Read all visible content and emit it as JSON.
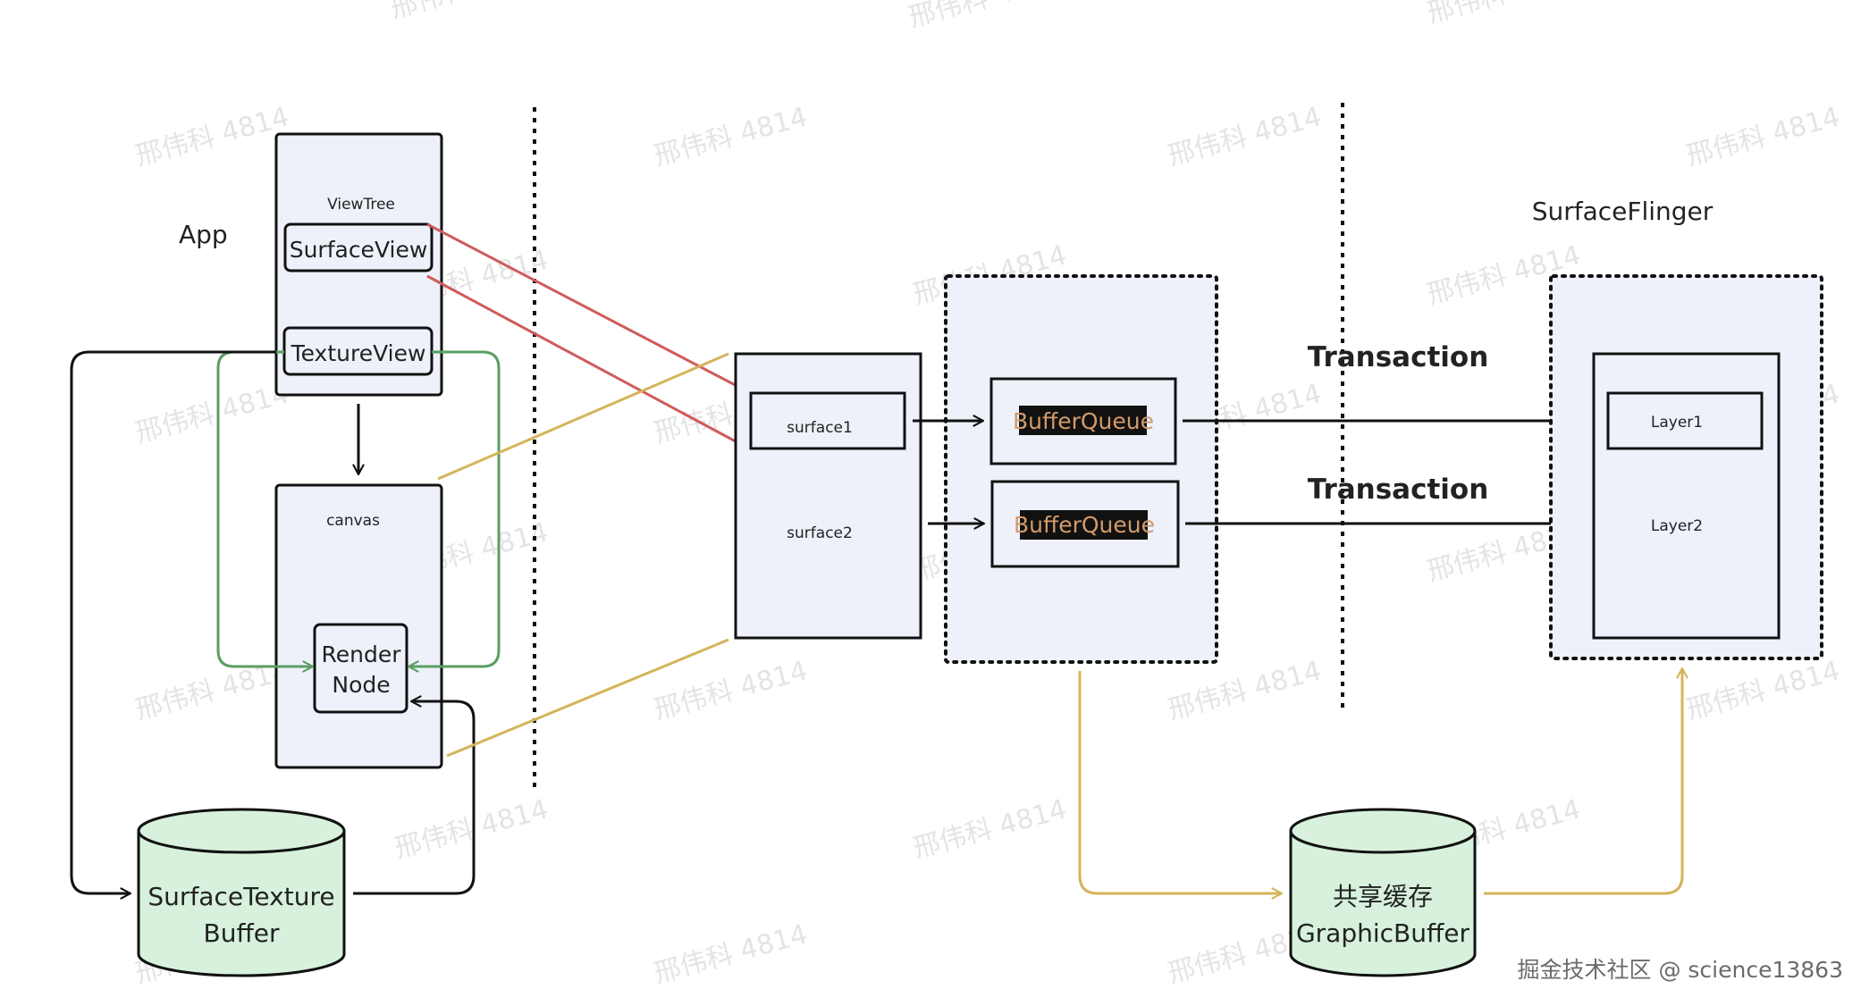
{
  "labels": {
    "app": "App",
    "view_tree": "ViewTree",
    "surface_view": "SurfaceView",
    "texture_view": "TextureView",
    "canvas": "canvas",
    "render_node_line1": "Render",
    "render_node_line2": "Node",
    "surface_texture_line1": "SurfaceTexture",
    "surface_texture_line2": "Buffer",
    "surface1": "surface1",
    "surface2": "surface2",
    "buffer_queue_1": "BufferQueue",
    "buffer_queue_2": "BufferQueue",
    "transaction_1": "Transaction",
    "transaction_2": "Transaction",
    "surface_flinger": "SurfaceFlinger",
    "layer1": "Layer1",
    "layer2": "Layer2",
    "shared_buffer_line1": "共享缓存",
    "shared_buffer_line2": "GraphicBuffer"
  },
  "watermark": "邢伟科 4814",
  "footer": "掘金技术社区 @ science13863",
  "colors": {
    "stroke": "#111111",
    "box_fill": "#eef1fa",
    "cylinder_fill": "#d7f1dc",
    "red_line": "#cf5b5b",
    "gold_line": "#d4b45a",
    "green_line": "#5a9e62",
    "bq_bg": "#111111",
    "bq_text": "#d49a6a"
  }
}
